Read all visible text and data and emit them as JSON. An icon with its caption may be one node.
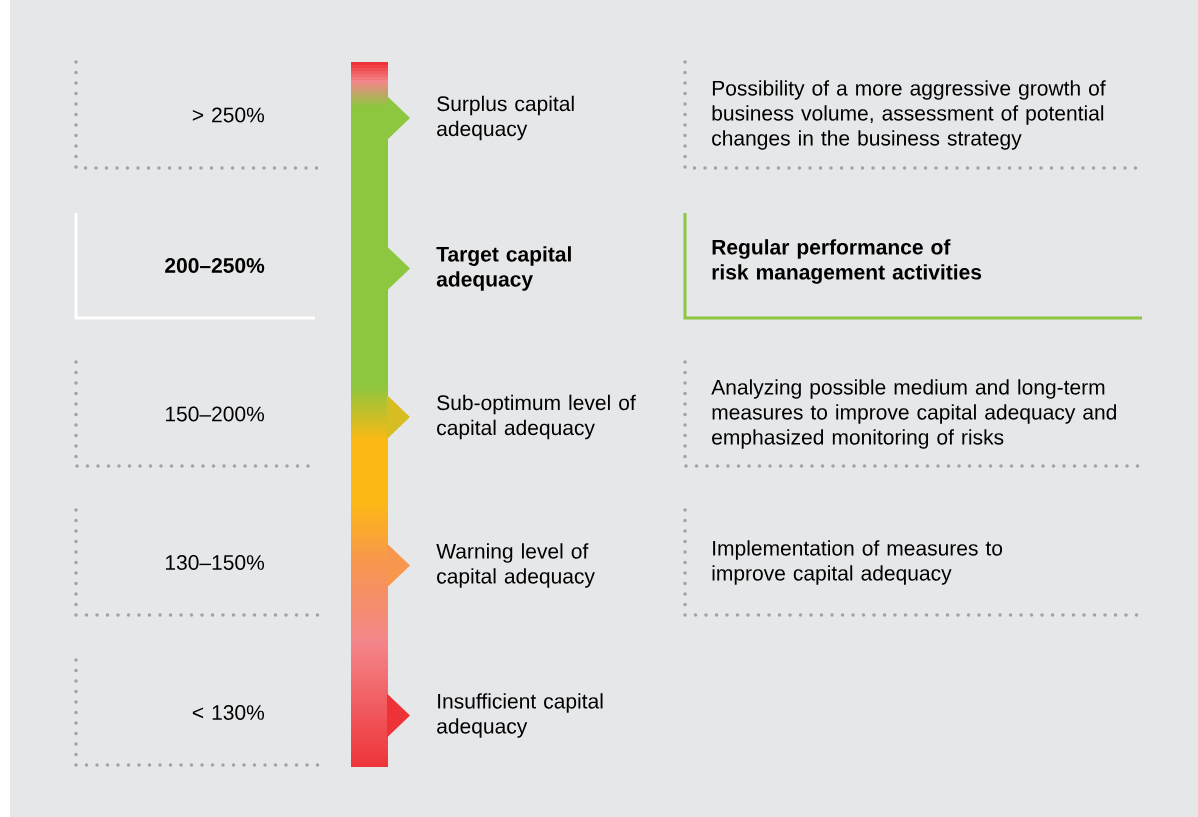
{
  "diagram": {
    "nodes": [
      {
        "text": [
          "> 250%"
        ]
      },
      {
        "text": [
          "200–250%"
        ]
      },
      {
        "text": [
          "150–200%"
        ]
      },
      {
        "text": [
          "130–150%"
        ]
      },
      {
        "text": [
          "< 130%"
        ]
      },
      {
        "text": [
          "Possibility of a more aggressive growth of business volume, assessment of potential changes in the business strategy"
        ]
      },
      {
        "text": [
          "Regular performance of risk management activities"
        ]
      },
      {
        "text": [
          "Analyzing possible medium and long-term measures to improve capital adequacy and emphasized monitoring of risks"
        ]
      },
      {
        "text": [
          "Implementation of measures to improve capital adequacy"
        ]
      }
    ],
    "labels": [
      "Surplus capital adequacy",
      "Target capital adequacy",
      "Sub-optimum level of capital adequacy",
      "Warning level of capital adequacy",
      "Insufficient capital adequacy"
    ]
  }
}
